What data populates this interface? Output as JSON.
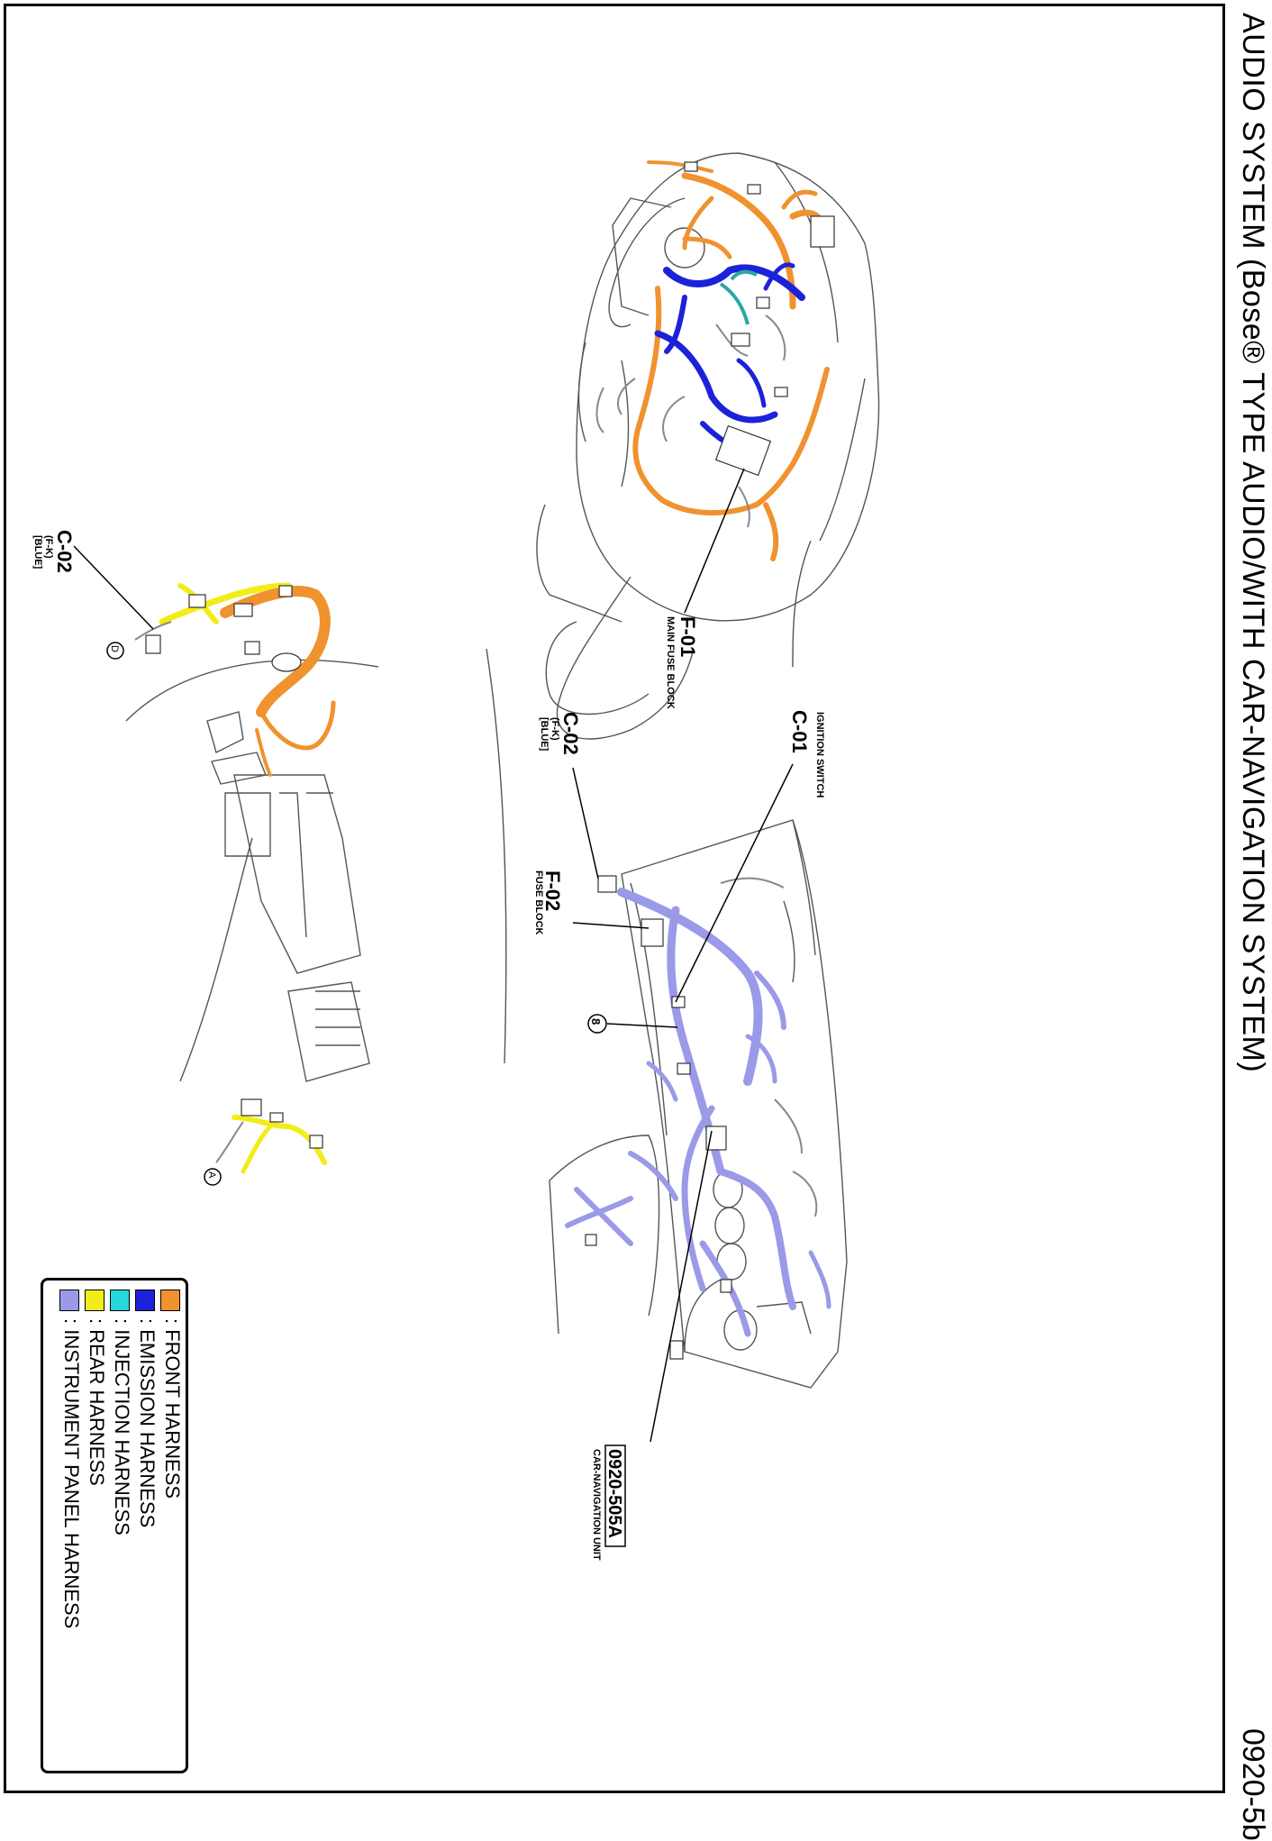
{
  "header": {
    "title": "AUDIO SYSTEM (Bose® TYPE AUDIO/WITH CAR-NAVIGATION SYSTEM)",
    "page_number": "0920-5b"
  },
  "engine_view": {
    "main_fuse_block": {
      "code": "F-01",
      "name": "MAIN FUSE BLOCK"
    }
  },
  "dash_view": {
    "ignition_switch": {
      "code": "C-01",
      "name": "IGNITION SWITCH"
    },
    "fk_connector": {
      "code": "C-02",
      "sub1": "(F-K)",
      "sub2": "[BLUE]"
    },
    "fuse_block": {
      "code": "F-02",
      "name": "FUSE BLOCK"
    },
    "ground_point": "8",
    "car_nav_unit": {
      "code": "0920-505A",
      "name": "CAR-NAVIGATION UNIT"
    }
  },
  "floor_view": {
    "fk_connector": {
      "code": "C-02",
      "sub1": "(F-K)",
      "sub2": "[BLUE]"
    },
    "marker_top": "D",
    "marker_bottom": "A"
  },
  "legend": {
    "items": [
      {
        "label": ": FRONT HARNESS",
        "color": "#f0922e"
      },
      {
        "label": ": EMISSION HARNESS",
        "color": "#1c22d8"
      },
      {
        "label": ": INJECTION HARNESS",
        "color": "#26d8dc"
      },
      {
        "label": ": REAR HARNESS",
        "color": "#f2ec18"
      },
      {
        "label": ": INSTRUMENT PANEL HARNESS",
        "color": "#9a9ae8"
      }
    ]
  }
}
